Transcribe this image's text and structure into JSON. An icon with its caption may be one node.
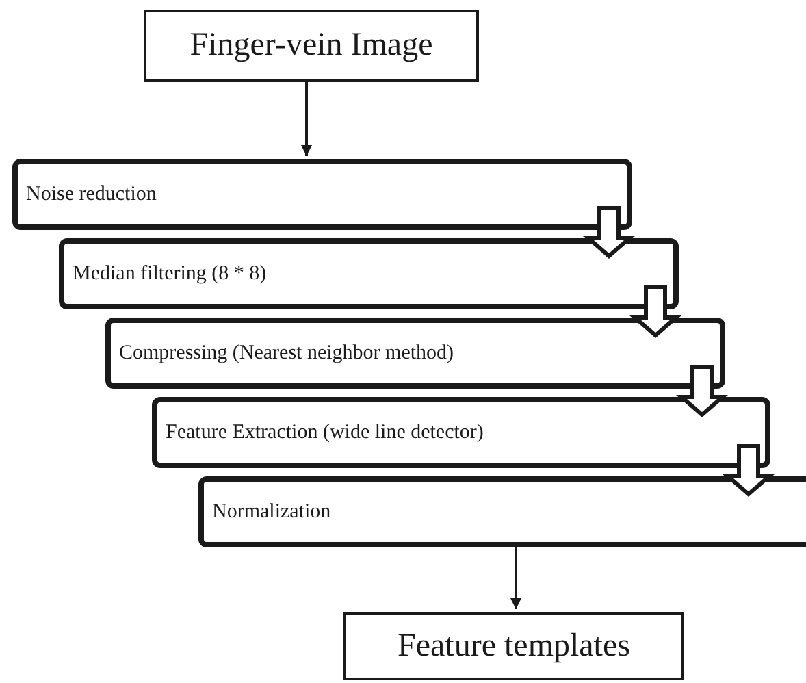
{
  "diagram": {
    "nodes": [
      {
        "text": [
          "Finger-vein Image"
        ]
      },
      {
        "text": [
          "Noise reduction"
        ]
      },
      {
        "text": [
          "Median filtering (8 * 8)"
        ]
      },
      {
        "text": [
          "Compressing (Nearest neighbor method)"
        ]
      },
      {
        "text": [
          "Feature Extraction (wide line detector)"
        ]
      },
      {
        "text": [
          "Normalization"
        ]
      },
      {
        "text": [
          "Feature templates"
        ]
      }
    ],
    "edges": [
      {
        "from": 0,
        "to": 1,
        "arrow": "to"
      },
      {
        "from": 1,
        "to": 2,
        "arrow": "to",
        "style": "thick"
      },
      {
        "from": 2,
        "to": 3,
        "arrow": "to",
        "style": "thick"
      },
      {
        "from": 3,
        "to": 4,
        "arrow": "to",
        "style": "thick"
      },
      {
        "from": 4,
        "to": 5,
        "arrow": "to",
        "style": "thick"
      },
      {
        "from": 5,
        "to": 6,
        "arrow": "to"
      }
    ]
  }
}
